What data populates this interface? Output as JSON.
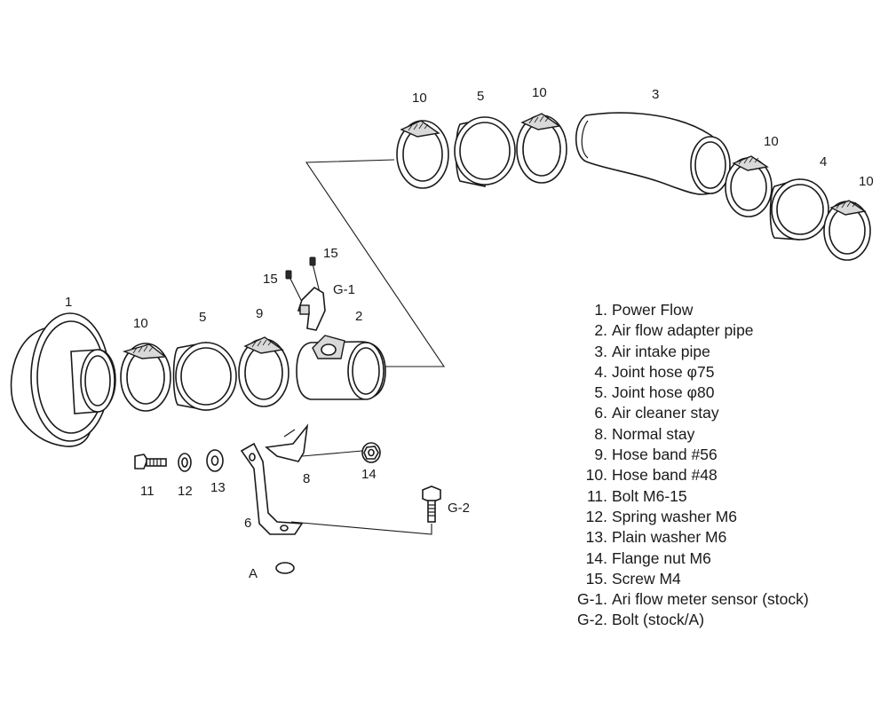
{
  "callouts": {
    "c1": "1",
    "c2": "2",
    "c3": "3",
    "c4": "4",
    "c5_top": "5",
    "c5_mid": "5",
    "c6": "6",
    "c8": "8",
    "c9": "9",
    "c10_a": "10",
    "c10_b": "10",
    "c10_c": "10",
    "c10_d": "10",
    "c10_e": "10",
    "c11": "11",
    "c12": "12",
    "c13": "13",
    "c14": "14",
    "c15_a": "15",
    "c15_b": "15",
    "cG1": "G-1",
    "cG2": "G-2",
    "cA": "A"
  },
  "legend": [
    {
      "num": "1.",
      "text": "Power Flow"
    },
    {
      "num": "2.",
      "text": "Air flow adapter pipe"
    },
    {
      "num": "3.",
      "text": "Air intake pipe"
    },
    {
      "num": "4.",
      "text": "Joint hose  φ75"
    },
    {
      "num": "5.",
      "text": "Joint hose  φ80"
    },
    {
      "num": "6.",
      "text": "Air cleaner stay"
    },
    {
      "num": "8.",
      "text": "Normal stay"
    },
    {
      "num": "9.",
      "text": "Hose band  #56"
    },
    {
      "num": "10.",
      "text": "Hose band  #48"
    },
    {
      "num": "11.",
      "text": "Bolt  M6-15"
    },
    {
      "num": "12.",
      "text": "Spring washer  M6"
    },
    {
      "num": "13.",
      "text": "Plain washer  M6"
    },
    {
      "num": "14.",
      "text": "Flange nut  M6"
    },
    {
      "num": "15.",
      "text": "Screw  M4"
    },
    {
      "num": "G-1.",
      "text": "Ari flow meter sensor (stock)"
    },
    {
      "num": "G-2.",
      "text": "Bolt (stock/A)"
    }
  ]
}
